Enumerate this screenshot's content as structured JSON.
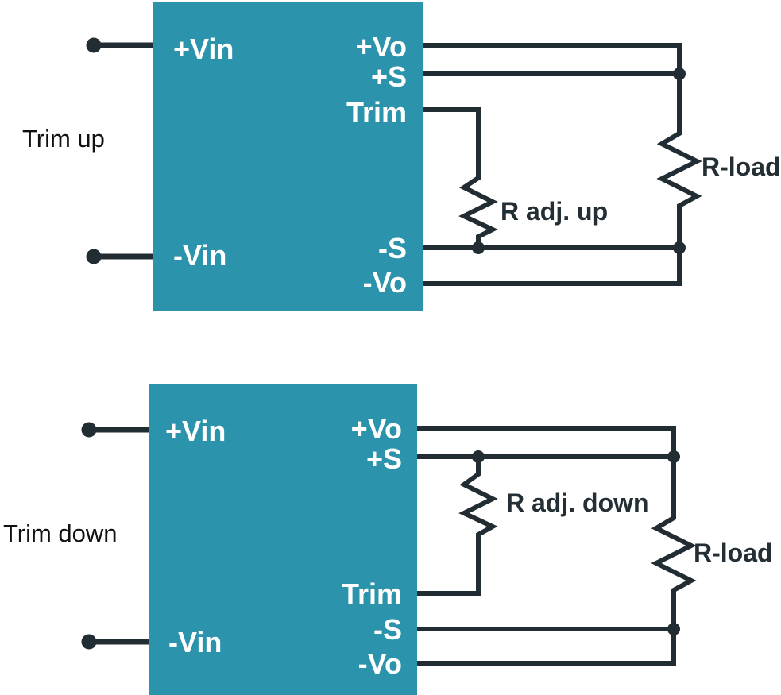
{
  "colors": {
    "module_fill": "#2B93AB",
    "wire": "#222D33",
    "caption_text": "#111111",
    "resistor_text": "#232E35",
    "pin_text": "#FFFFFF",
    "background": "#FFFFFF"
  },
  "diagrams": [
    {
      "caption": "Trim up",
      "pins": {
        "vin_plus": "+Vin",
        "vin_minus": "-Vin",
        "vo_plus": "+Vo",
        "s_plus": "+S",
        "trim": "Trim",
        "s_minus": "-S",
        "vo_minus": "-Vo"
      },
      "resistors": {
        "adjust": "R adj. up",
        "load": "R-load"
      }
    },
    {
      "caption": "Trim down",
      "pins": {
        "vin_plus": "+Vin",
        "vin_minus": "-Vin",
        "vo_plus": "+Vo",
        "s_plus": "+S",
        "trim": "Trim",
        "s_minus": "-S",
        "vo_minus": "-Vo"
      },
      "resistors": {
        "adjust": "R adj. down",
        "load": "R-load"
      }
    }
  ]
}
